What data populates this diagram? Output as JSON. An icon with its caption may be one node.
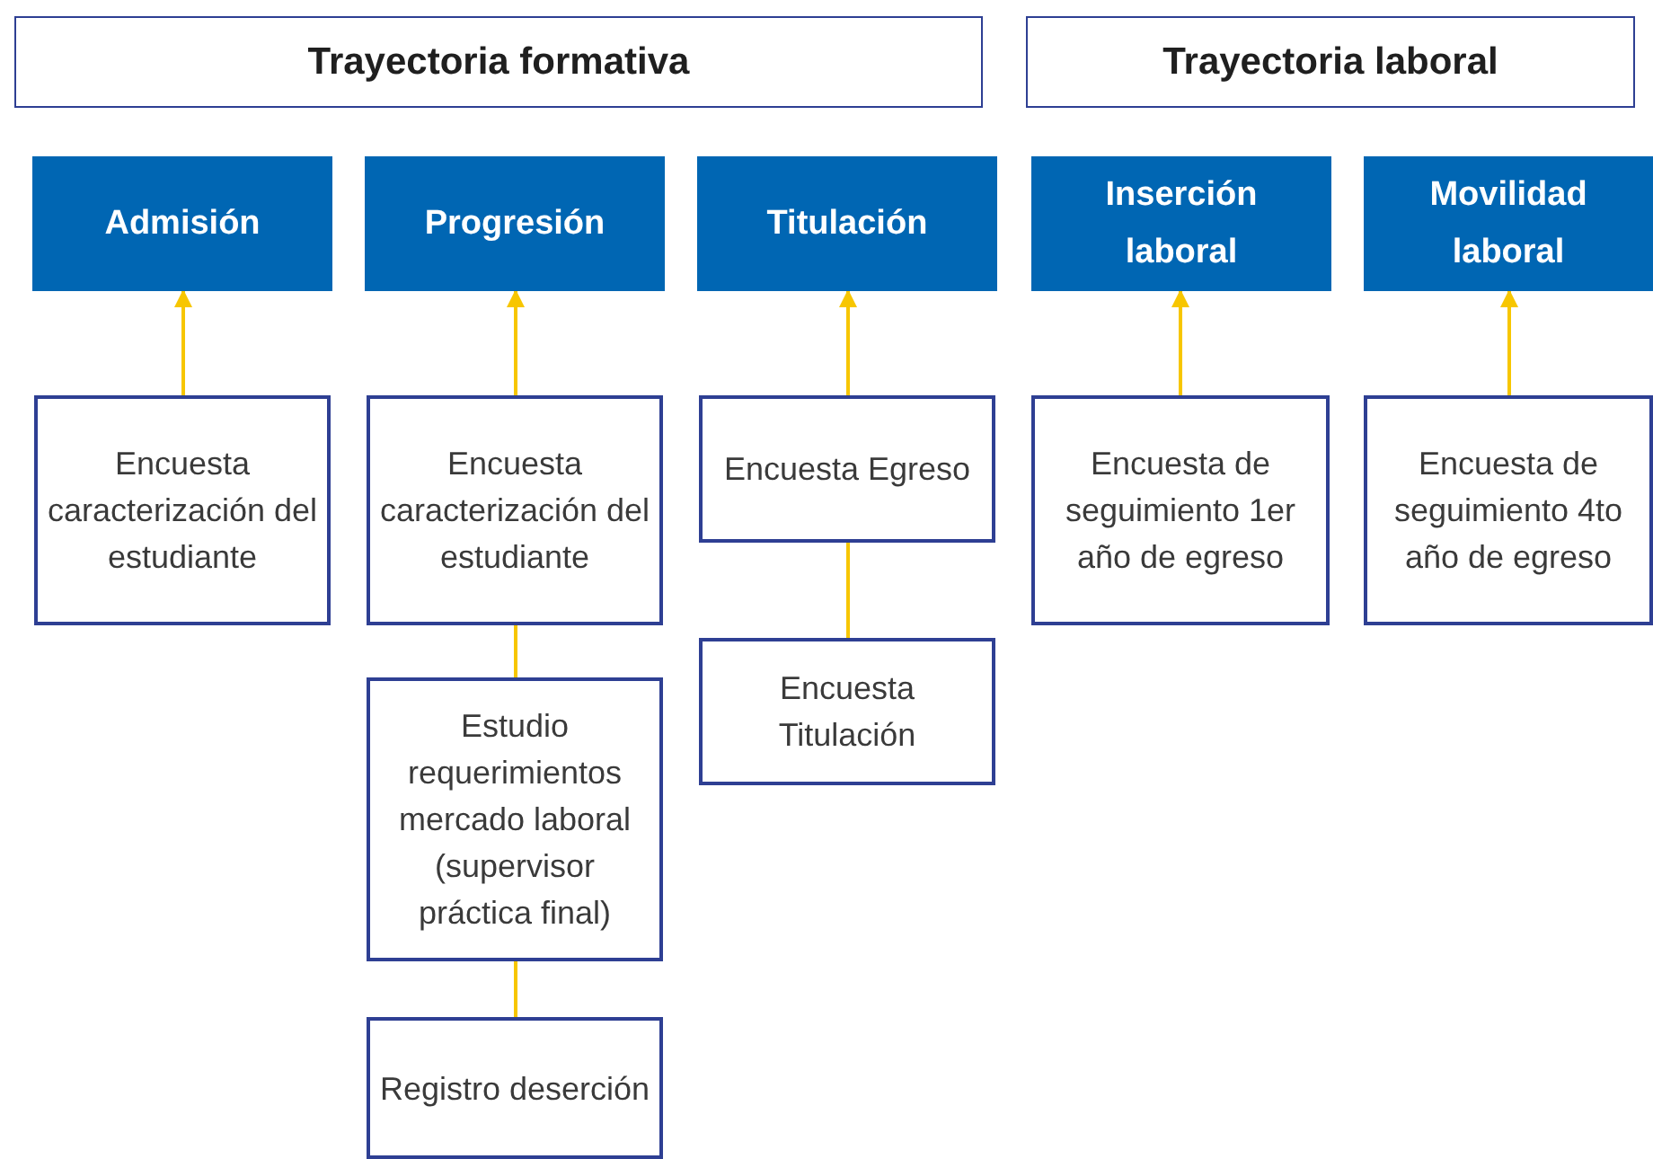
{
  "diagram": {
    "nodes": [
      {
        "text": [
          "Trayectoria formativa"
        ]
      },
      {
        "text": [
          "Trayectoria laboral"
        ]
      },
      {
        "text": [
          "Admisión"
        ]
      },
      {
        "text": [
          "Progresión"
        ]
      },
      {
        "text": [
          "Titulación"
        ]
      },
      {
        "text": [
          "Inserción laboral"
        ]
      },
      {
        "text": [
          "Movilidad laboral"
        ]
      },
      {
        "text": [
          "Encuesta caracterización del estudiante"
        ]
      },
      {
        "text": [
          "Encuesta caracterización del estudiante"
        ]
      },
      {
        "text": [
          "Encuesta Egreso"
        ]
      },
      {
        "text": [
          "Encuesta Titulación"
        ]
      },
      {
        "text": [
          "Encuesta de seguimiento 1er año de egreso"
        ]
      },
      {
        "text": [
          "Encuesta de seguimiento 4to año de egreso"
        ]
      },
      {
        "text": [
          "Estudio requerimientos mercado laboral (supervisor práctica final)"
        ]
      },
      {
        "text": [
          "Registro deserción"
        ]
      }
    ],
    "edges": [
      {
        "from": 7,
        "to": 2,
        "arrow": "to"
      },
      {
        "from": 8,
        "to": 3,
        "arrow": "to"
      },
      {
        "from": 9,
        "to": 4,
        "arrow": "to"
      },
      {
        "from": 11,
        "to": 5,
        "arrow": "to"
      },
      {
        "from": 12,
        "to": 6,
        "arrow": "to"
      },
      {
        "from": 8,
        "to": 13,
        "arrow": "none"
      },
      {
        "from": 13,
        "to": 14,
        "arrow": "none"
      },
      {
        "from": 9,
        "to": 10,
        "arrow": "none"
      }
    ]
  }
}
